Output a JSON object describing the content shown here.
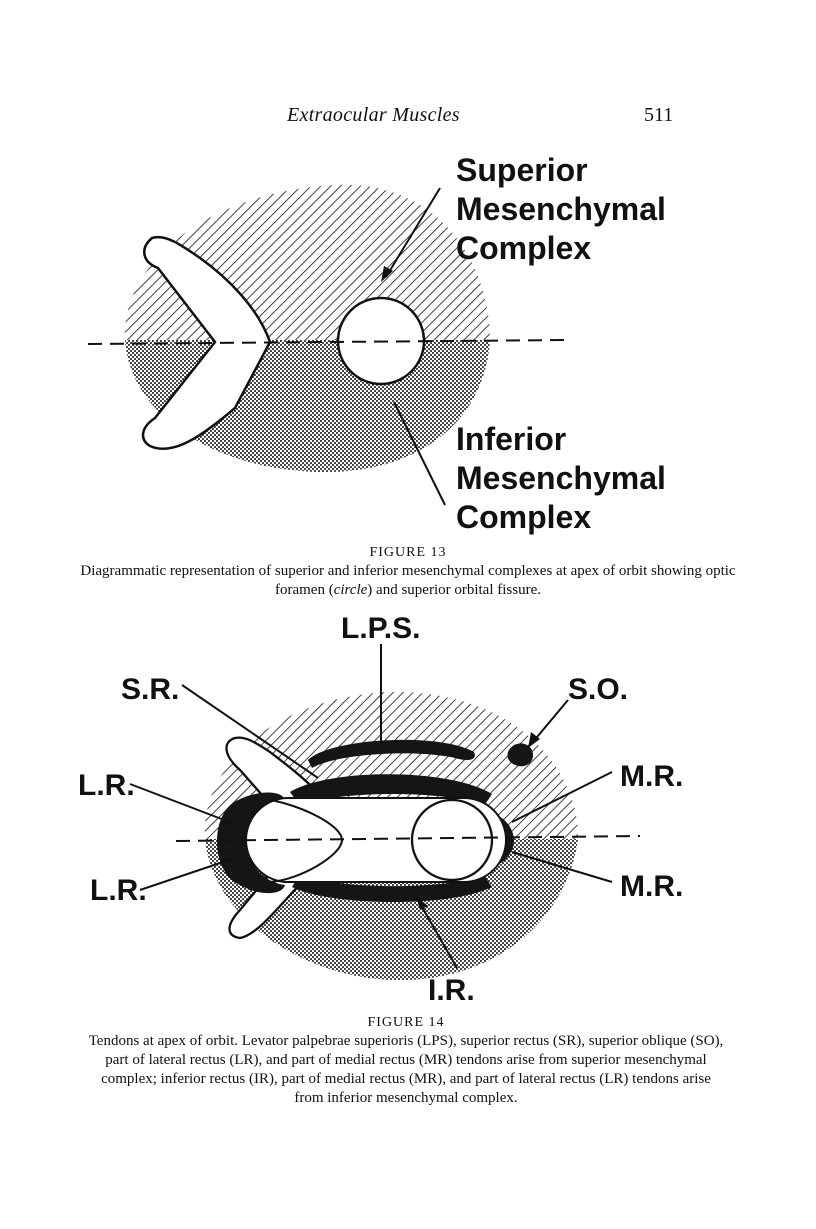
{
  "running_head": {
    "title": "Extraocular Muscles",
    "page_number": "511"
  },
  "figure13": {
    "labels": {
      "superior_line1": "Superior",
      "superior_line2": "Mesenchymal",
      "superior_line3": "Complex",
      "inferior_line1": "Inferior",
      "inferior_line2": "Mesenchymal",
      "inferior_line3": "Complex"
    },
    "fig_label": "FIGURE 13",
    "caption_part1": "Diagrammatic representation of superior and inferior mesenchymal complexes at apex of orbit showing optic foramen (",
    "caption_italic": "circle",
    "caption_part2": ") and superior orbital fissure."
  },
  "figure14": {
    "labels": {
      "lps": "L.P.S.",
      "sr": "S.R.",
      "so": "S.O.",
      "lr_upper": "L.R.",
      "mr_upper": "M.R.",
      "lr_lower": "L.R.",
      "mr_lower": "M.R.",
      "ir": "I.R."
    },
    "fig_label": "FIGURE 14",
    "caption": "Tendons at apex of orbit. Levator palpebrae superioris (LPS), superior rectus (SR), superior oblique (SO), part of lateral rectus (LR), and part of medial rectus (MR) tendons arise from superior mesenchymal complex; inferior rectus (IR), part of medial rectus (MR), and part of lateral rectus (LR) tendons arise from inferior mesenchymal complex."
  }
}
